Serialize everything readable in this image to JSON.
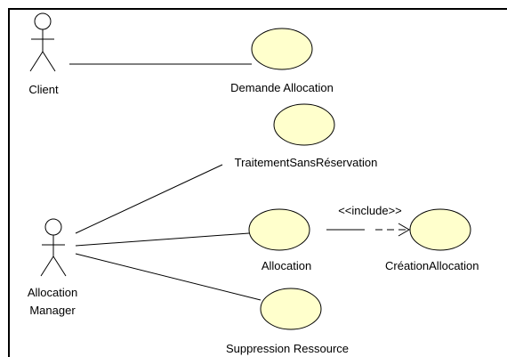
{
  "actors": {
    "client": {
      "label": "Client"
    },
    "manager": {
      "label_line1": "Allocation",
      "label_line2": "Manager"
    }
  },
  "use_cases": {
    "demande_allocation": {
      "label": "Demande Allocation"
    },
    "traitement_sans_reservation": {
      "label": "TraitementSansRéservation"
    },
    "allocation": {
      "label": "Allocation"
    },
    "creation_allocation": {
      "label": "CréationAllocation"
    },
    "suppression_ressource": {
      "label": "Suppression Ressource"
    }
  },
  "relations": {
    "include": {
      "label": "<<include>>"
    }
  },
  "colors": {
    "use_case_fill": "#ffffcc",
    "stroke": "#000000",
    "background": "#ffffff"
  }
}
